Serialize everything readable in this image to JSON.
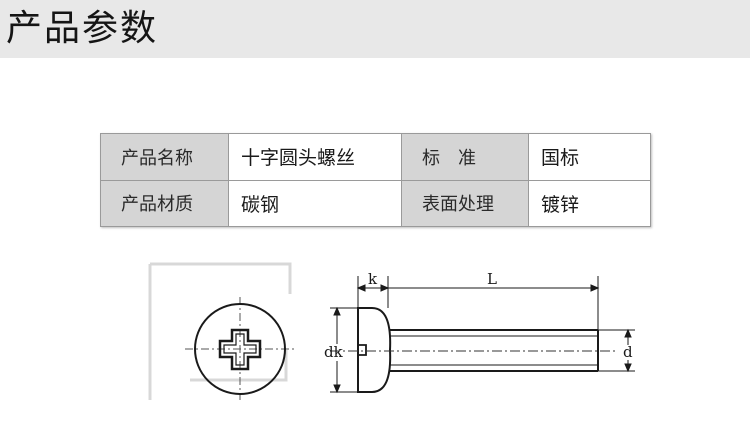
{
  "page": {
    "title": "产品参数"
  },
  "spec_table": {
    "rows": [
      {
        "label1": "产品名称",
        "value1": "十字圆头螺丝",
        "label2": "标　准",
        "value2": "国标"
      },
      {
        "label1": "产品材质",
        "value1": "碳钢",
        "label2": "表面处理",
        "value2": "镀锌"
      }
    ]
  },
  "diagram": {
    "labels": {
      "head_height": "k",
      "length": "L",
      "head_diameter": "dk",
      "thread_diameter": "d"
    }
  }
}
